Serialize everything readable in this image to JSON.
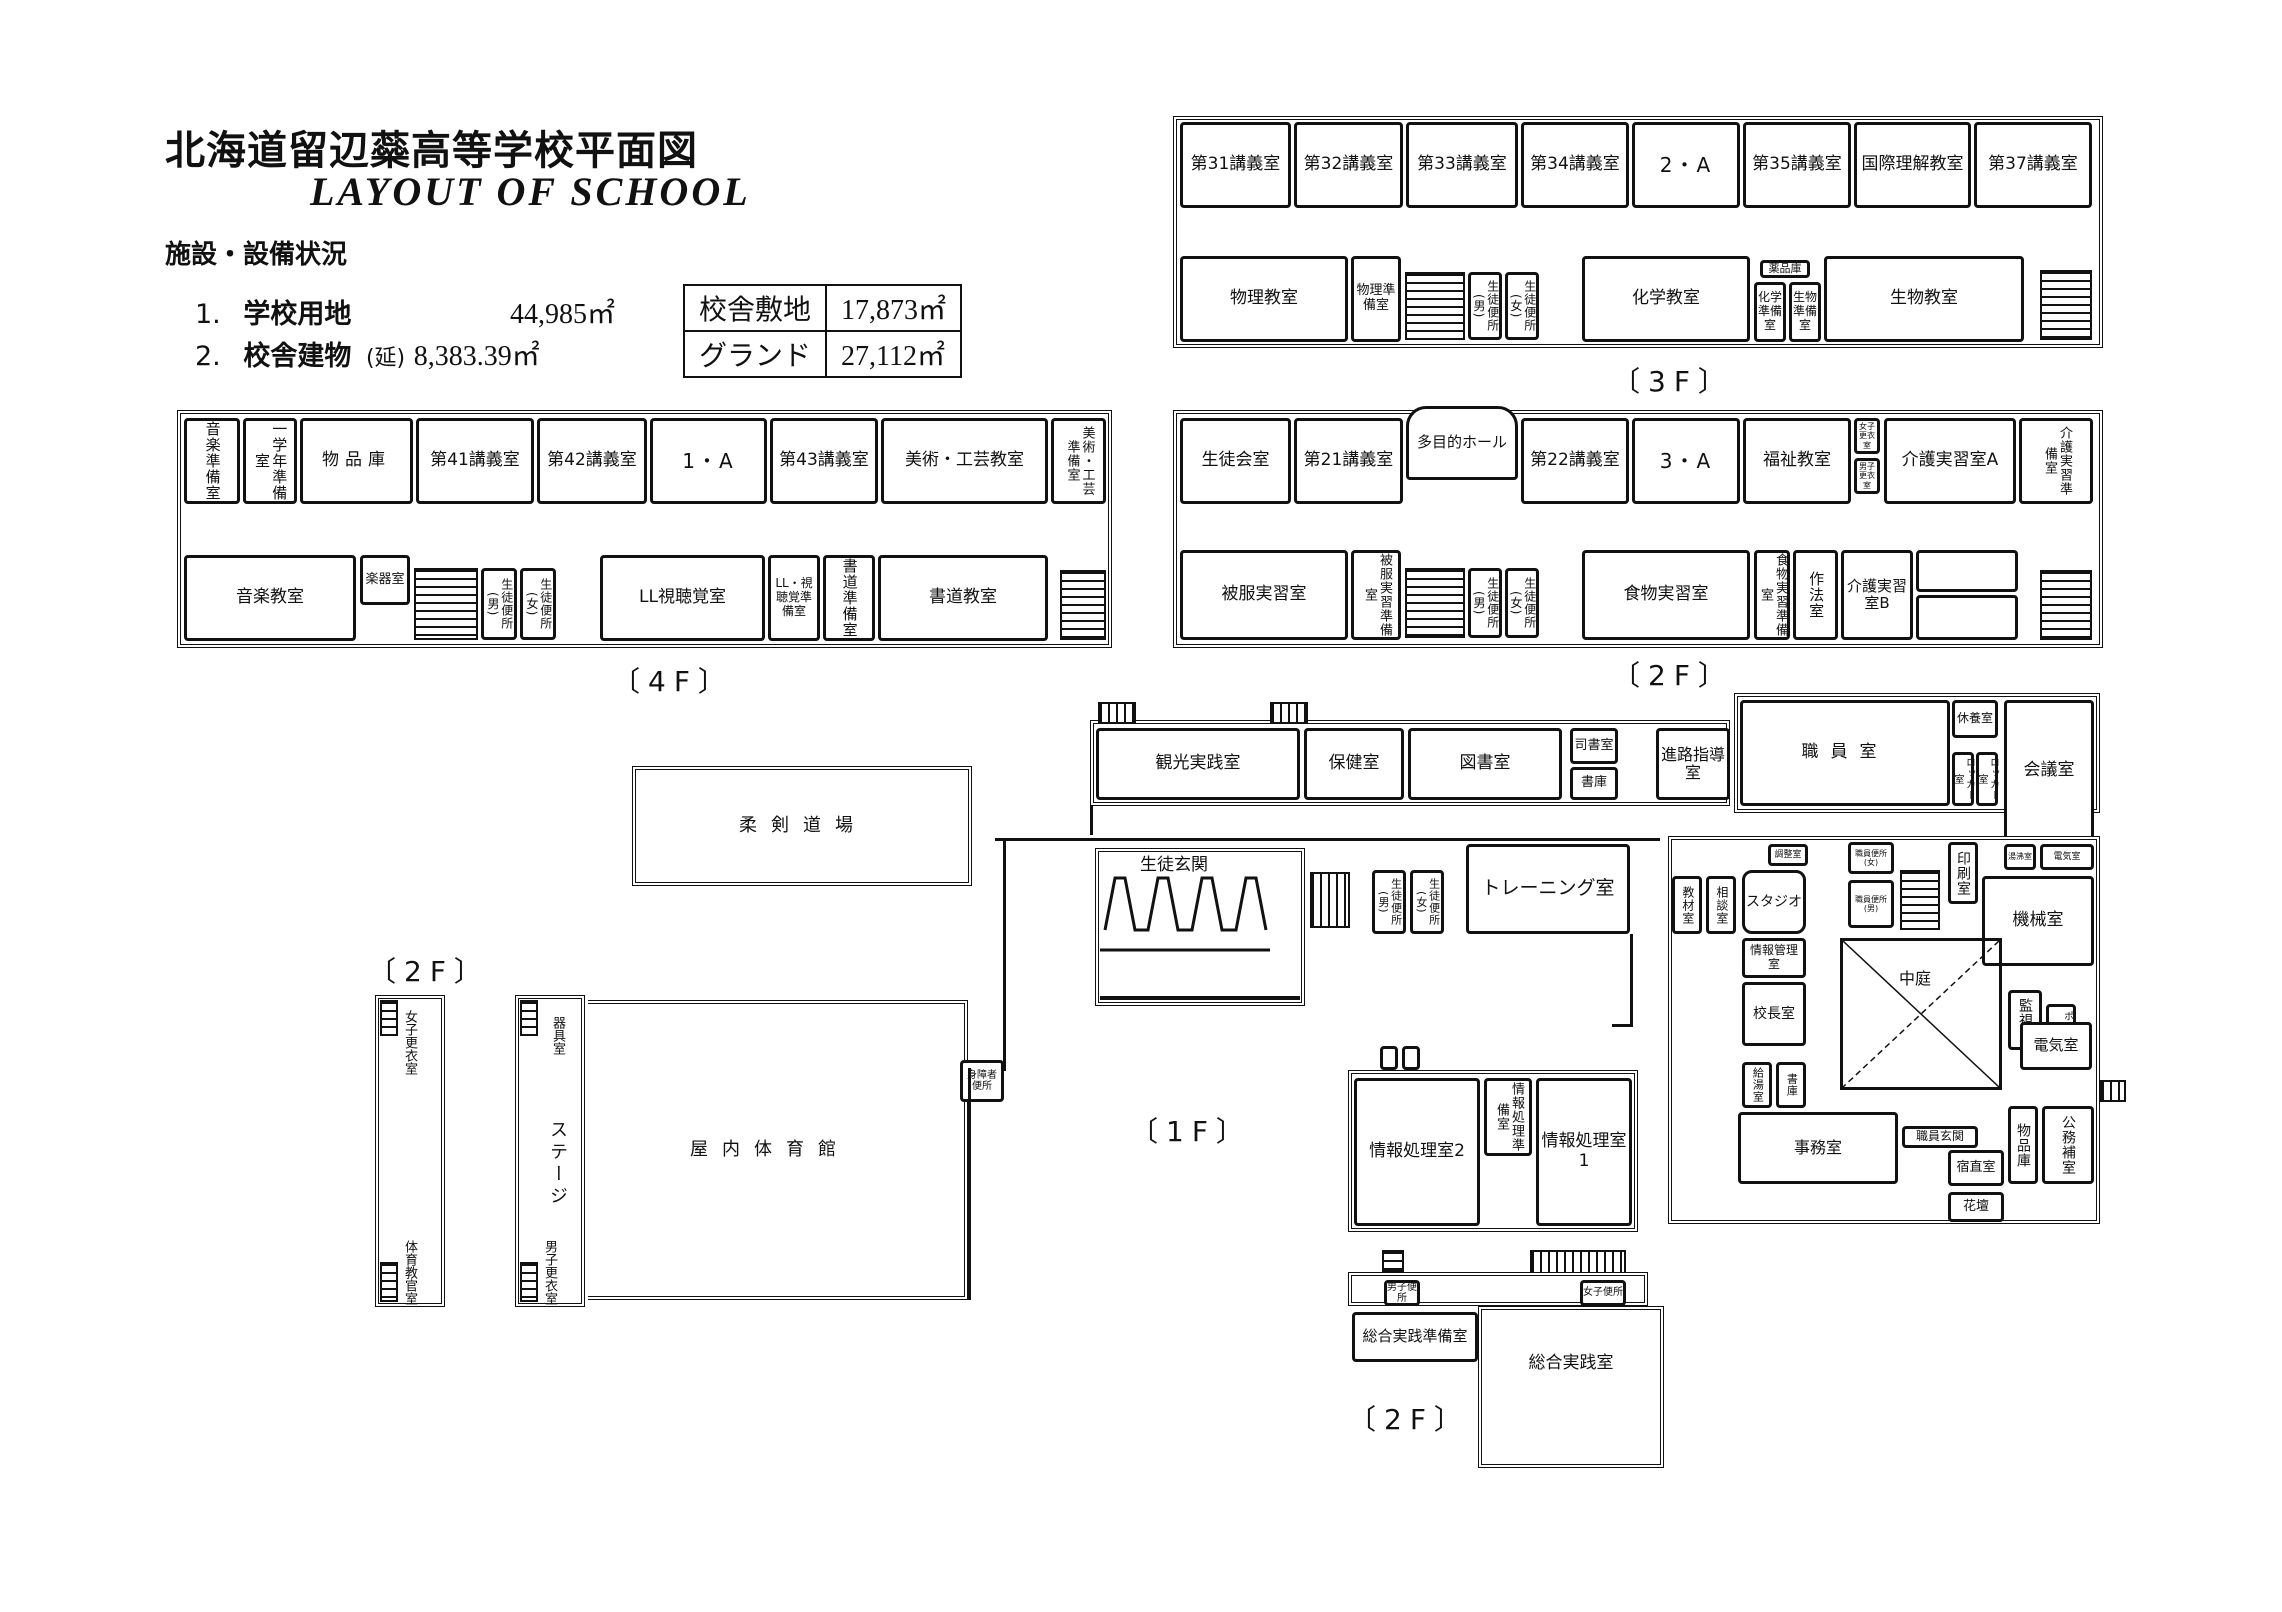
{
  "header": {
    "title_jp": "北海道留辺蘂高等学校平面図",
    "title_en": "LAYOUT OF SCHOOL",
    "facilities_heading": "施設・設備状況"
  },
  "stats": [
    {
      "index": "1.",
      "label": "学校用地",
      "note": "",
      "value": "44,985㎡"
    },
    {
      "index": "2.",
      "label": "校舎建物",
      "note": "(延)",
      "value": "8,383.39㎡"
    }
  ],
  "area_table": [
    {
      "label": "校舎敷地",
      "value": "17,873㎡"
    },
    {
      "label": "グランド",
      "value": "27,112㎡"
    }
  ],
  "floors": {
    "f4": {
      "label": "〔4F〕",
      "rooms": [
        "音楽準備室",
        "一学年準備室",
        "物品庫",
        "第41講義室",
        "第42講義室",
        "1・A",
        "第43講義室",
        "美術・工芸教室",
        "美術・工芸準備室",
        "音楽教室",
        "楽器室",
        "生徒便所(男)",
        "生徒便所(女)",
        "LL視聴覚室",
        "LL・視聴覚準備室",
        "書道準備室",
        "書道教室"
      ]
    },
    "f3": {
      "label": "〔3F〕",
      "rooms": [
        "第31講義室",
        "第32講義室",
        "第33講義室",
        "第34講義室",
        "2・A",
        "第35講義室",
        "国際理解教室",
        "第37講義室",
        "物理教室",
        "物理準備室",
        "生徒便所(男)",
        "生徒便所(女)",
        "化学教室",
        "薬品庫",
        "化学準備室",
        "生物準備室",
        "生物教室"
      ]
    },
    "f2": {
      "label": "〔2F〕",
      "rooms": [
        "生徒会室",
        "第21講義室",
        "多目的ホール",
        "第22講義室",
        "3・A",
        "福祉教室",
        "女子更衣室",
        "男子更衣室",
        "介護実習室A",
        "介護実習準備室",
        "被服実習室",
        "被服実習準備室",
        "生徒便所(男)",
        "生徒便所(女)",
        "食物実習室",
        "食物実習準備室",
        "作法室",
        "介護実習室B"
      ]
    },
    "f1": {
      "label": "〔1F〕",
      "rooms": [
        "観光実践室",
        "保健室",
        "図書室",
        "司書室",
        "書庫",
        "進路指導室",
        "職員室",
        "休養室",
        "ロッカー室",
        "ロッカー室",
        "会議室",
        "柔剣道場",
        "生徒玄関",
        "生徒便所(男)",
        "生徒便所(女)",
        "トレーニング室",
        "教材室",
        "相談室",
        "スタジオ",
        "調整室",
        "職員便所(女)",
        "職員便所(男)",
        "印刷室",
        "湯沸室",
        "電気室",
        "機械室",
        "情報管理室",
        "中庭",
        "監視室",
        "ポンプ室",
        "校長室",
        "電気室",
        "給湯室",
        "書庫",
        "事務室",
        "職員玄関",
        "宿直室",
        "物品庫",
        "公務補室",
        "花壇",
        "身障者便所",
        "屋内体育館",
        "情報処理室2",
        "情報処理準備室",
        "情報処理室1"
      ]
    },
    "gym2f": {
      "label": "〔2F〕",
      "rooms": [
        "女子更衣室",
        "体育教官室",
        "器具室",
        "ステージ",
        "男子更衣室"
      ]
    },
    "annex2f": {
      "label": "〔2F〕",
      "rooms": [
        "男子便所",
        "女子便所",
        "総合実践準備室",
        "総合実践室"
      ]
    }
  }
}
